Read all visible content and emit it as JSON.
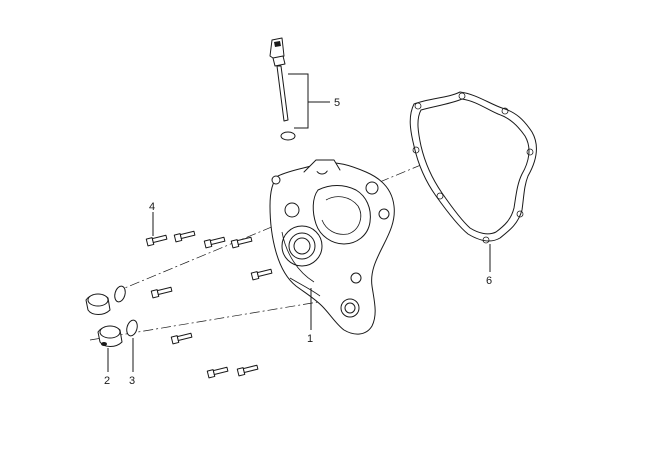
{
  "diagram": {
    "callouts": [
      {
        "id": "1",
        "label": "1"
      },
      {
        "id": "2",
        "label": "2"
      },
      {
        "id": "3",
        "label": "3"
      },
      {
        "id": "4",
        "label": "4"
      },
      {
        "id": "5",
        "label": "5"
      },
      {
        "id": "6",
        "label": "6"
      }
    ],
    "colors": {
      "line": "#1a1a1a",
      "background": "#ffffff"
    }
  }
}
